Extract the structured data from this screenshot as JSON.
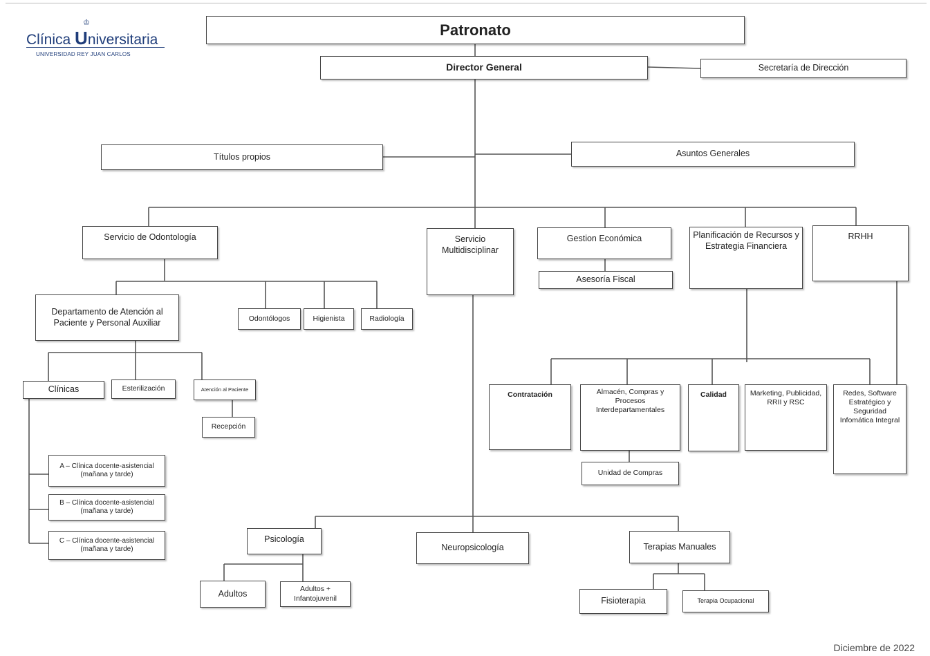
{
  "logo": {
    "text_pre": "Clínica ",
    "text_bold": "U",
    "text_post": "niversitaria",
    "subtitle": "UNIVERSIDAD REY JUAN CARLOS",
    "icon": "crown-icon"
  },
  "org": {
    "patronato": "Patronato",
    "director_general": "Director General",
    "secretaria": "Secretaría de Dirección",
    "titulos_propios": "Títulos propios",
    "asuntos_generales": "Asuntos Generales",
    "servicio_odontologia": "Servicio de Odontología",
    "servicio_multidisciplinar": "Servicio Multidisciplinar",
    "gestion_economica": "Gestion Económica",
    "asesoria_fiscal": "Asesoría Fiscal",
    "planificacion": "Planificación de Recursos y Estrategia Financiera",
    "rrhh": "RRHH",
    "departamento_atencion": "Departamento de Atención al Paciente y Personal Auxiliar",
    "odontologos": "Odontólogos",
    "higienista": "Higienista",
    "radiologia": "Radiología",
    "clinicas": "Clínicas",
    "esterilizacion": "Esterilización",
    "atencion_paciente": "Atención al Paciente",
    "recepcion": "Recepción",
    "clinica_a": "A – Clínica docente-asistencial (mañana y tarde)",
    "clinica_b": "B – Clínica docente-asistencial (mañana y tarde)",
    "clinica_c": "C – Clínica docente-asistencial (mañana y tarde)",
    "contratacion": "Contratación",
    "almacen": "Almacén, Compras y Procesos Interdepartamentales",
    "calidad": "Calidad",
    "marketing": "Marketing, Publicidad, RRII y RSC",
    "redes": "Redes, Software Estratégico y Seguridad Infomática Integral",
    "unidad_compras": "Unidad de Compras",
    "psicologia": "Psicología",
    "neuropsicologia": "Neuropsicología",
    "terapias_manuales": "Terapias Manuales",
    "adultos": "Adultos",
    "adultos_infanto": "Adultos + Infantojuvenil",
    "fisioterapia": "Fisioterapia",
    "terapia_ocupacional": "Terapia Ocupacional"
  },
  "footer": {
    "date": "Diciembre de 2022"
  }
}
